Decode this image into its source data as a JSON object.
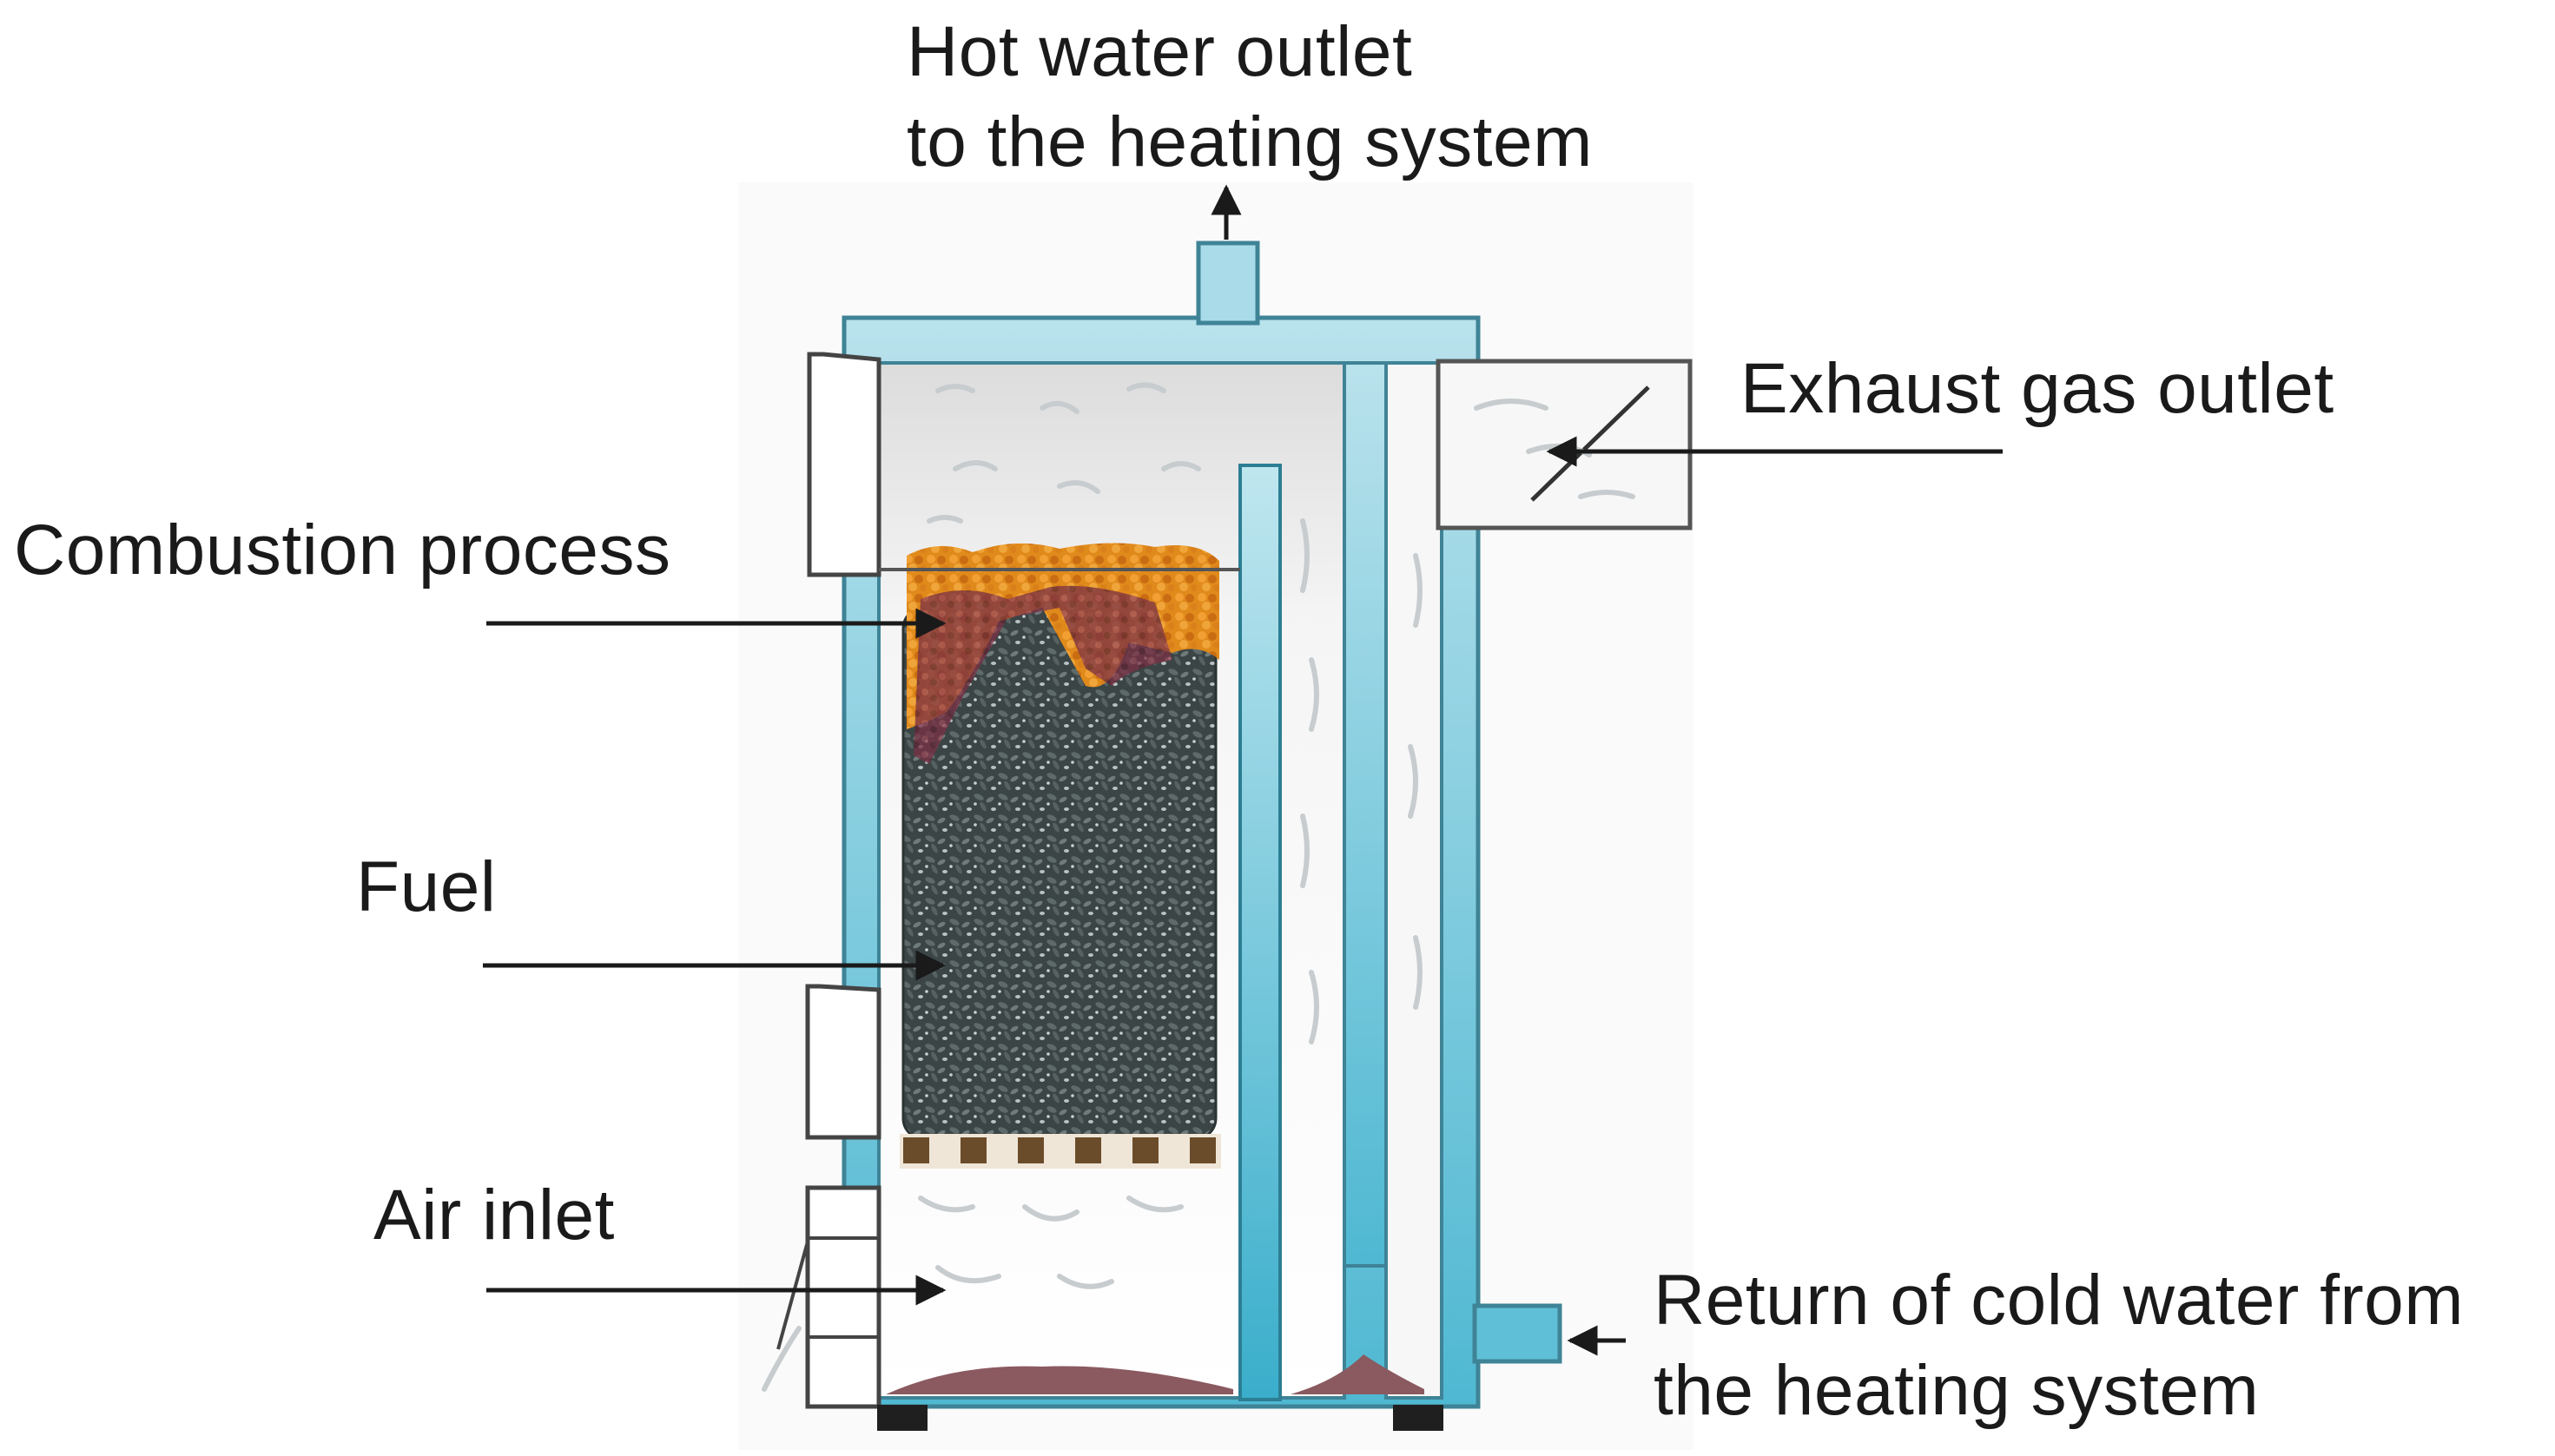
{
  "labels": {
    "hot_water_outlet": {
      "line1": "Hot water outlet",
      "line2": "to the heating system"
    },
    "exhaust_gas_outlet": "Exhaust gas outlet",
    "combustion_process": "Combustion process",
    "fuel": "Fuel",
    "air_inlet": "Air inlet",
    "cold_water_return": {
      "line1": "Return of cold water from",
      "line2": "the heating system"
    }
  },
  "colors": {
    "water_jacket": "#9fd6e2",
    "water_jacket_outline": "#3f8396",
    "inner_tube": "#3aaecb",
    "fuel": "#3f4a4a",
    "embers": "#e08a1c",
    "ember_glow": "#8a3a4a",
    "grate": "#6b4c2a",
    "ash": "#8a5a60",
    "arrow": "#1a1a1a"
  }
}
